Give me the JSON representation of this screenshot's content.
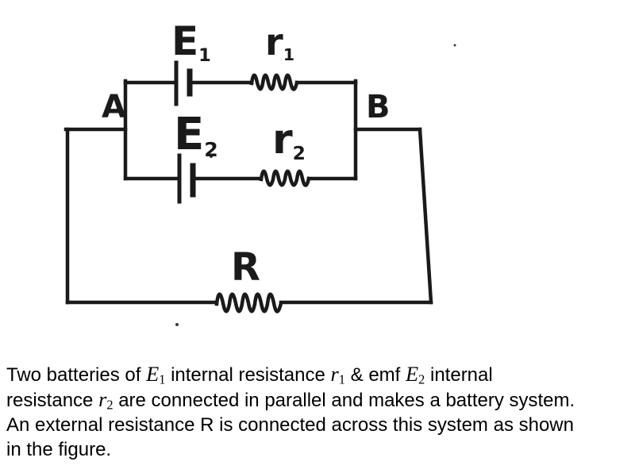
{
  "figure": {
    "node_a": "A",
    "node_b": "B",
    "battery1": {
      "base": "E",
      "sub": "1"
    },
    "resistor1": {
      "base": "r",
      "sub": "1"
    },
    "battery2": {
      "base": "E",
      "sub": "2"
    },
    "resistor2": {
      "base": "r",
      "sub": "2"
    },
    "load": {
      "base": "R"
    }
  },
  "problem": {
    "segments": [
      {
        "type": "text",
        "value": "Two batteries of "
      },
      {
        "type": "math",
        "base": "E",
        "sub": "1"
      },
      {
        "type": "text",
        "value": " internal resistance "
      },
      {
        "type": "math",
        "base": "r",
        "sub": "1"
      },
      {
        "type": "text",
        "value": " & emf "
      },
      {
        "type": "math",
        "base": "E",
        "sub": "2"
      },
      {
        "type": "text",
        "value": " internal"
      },
      {
        "type": "break"
      },
      {
        "type": "text",
        "value": "resistance "
      },
      {
        "type": "math",
        "base": "r",
        "sub": "2"
      },
      {
        "type": "text",
        "value": " are connected in parallel and makes a battery system."
      },
      {
        "type": "break"
      },
      {
        "type": "text",
        "value": "An external resistance R is connected across this system as shown"
      },
      {
        "type": "break"
      },
      {
        "type": "text",
        "value": "in the figure."
      }
    ]
  },
  "colors": {
    "ink": "#1a1a1a",
    "background": "#ffffff",
    "text": "#000000"
  }
}
